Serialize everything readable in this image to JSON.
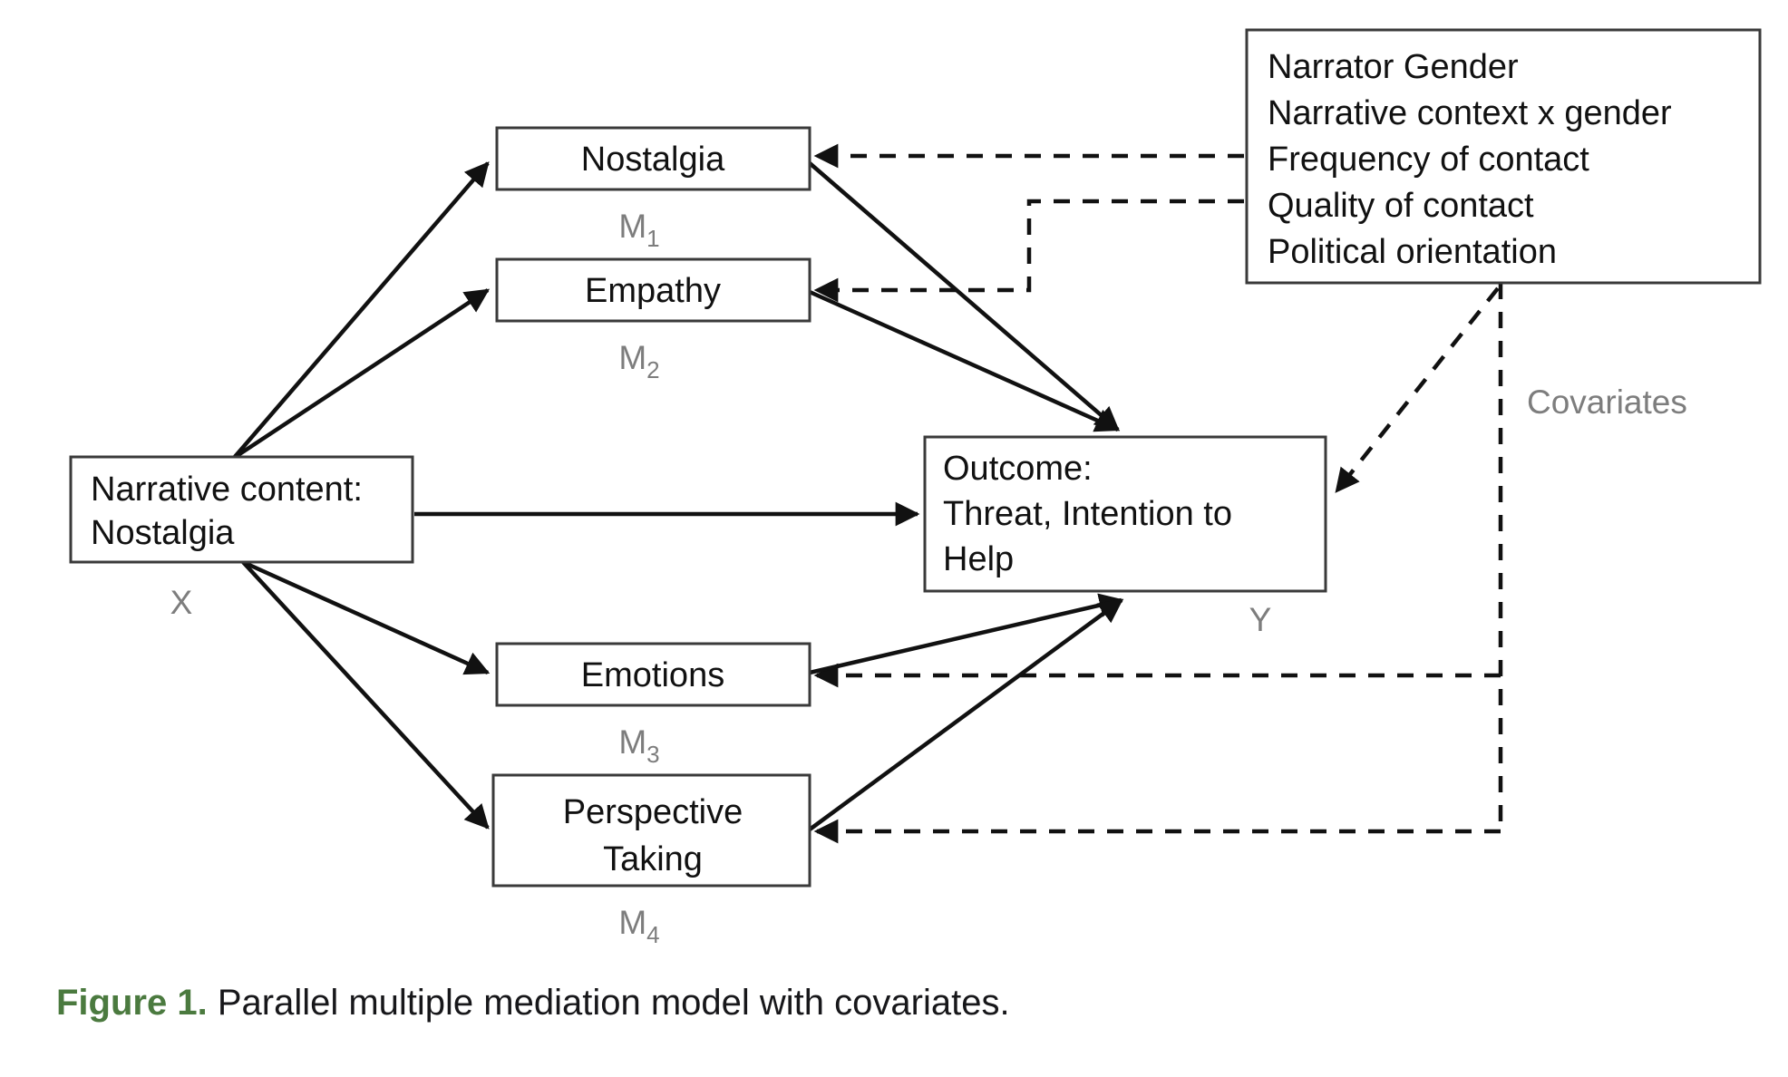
{
  "figure": {
    "caption_label": "Figure 1.",
    "caption_text": "Parallel multiple mediation model with covariates."
  },
  "colors": {
    "caption_accent": "#4b7a3f",
    "box_stroke": "#3a3a3a",
    "edge": "#111111",
    "role_label": "#7d7d7d",
    "background": "#ffffff"
  },
  "nodes": {
    "predictor": {
      "line1": "Narrative content:",
      "line2": "Nostalgia",
      "role": "X"
    },
    "mediator1": {
      "label": "Nostalgia",
      "role": "M",
      "role_sub": "1"
    },
    "mediator2": {
      "label": "Empathy",
      "role": "M",
      "role_sub": "2"
    },
    "mediator3": {
      "label": "Emotions",
      "role": "M",
      "role_sub": "3"
    },
    "mediator4": {
      "line1": "Perspective",
      "line2": "Taking",
      "role": "M",
      "role_sub": "4"
    },
    "outcome": {
      "line1": "Outcome:",
      "line2": "Threat, Intention to",
      "line3": "Help",
      "role": "Y"
    }
  },
  "covariates": {
    "label": "Covariates",
    "items": [
      "Narrator Gender",
      "Narrative context x gender",
      "Frequency of contact",
      "Quality of contact",
      "Political orientation"
    ]
  },
  "edges": {
    "solid": [
      {
        "from": "predictor",
        "to": "mediator1",
        "style": "solid-arrow"
      },
      {
        "from": "predictor",
        "to": "mediator2",
        "style": "solid-arrow"
      },
      {
        "from": "predictor",
        "to": "mediator3",
        "style": "solid-arrow"
      },
      {
        "from": "predictor",
        "to": "mediator4",
        "style": "solid-arrow"
      },
      {
        "from": "predictor",
        "to": "outcome",
        "style": "solid-arrow"
      },
      {
        "from": "mediator1",
        "to": "outcome",
        "style": "solid-arrow"
      },
      {
        "from": "mediator2",
        "to": "outcome",
        "style": "solid-arrow"
      },
      {
        "from": "mediator3",
        "to": "outcome",
        "style": "solid-arrow"
      },
      {
        "from": "mediator4",
        "to": "outcome",
        "style": "solid-arrow"
      }
    ],
    "dashed": [
      {
        "from": "covariates",
        "to": "mediator1",
        "style": "dashed-arrow"
      },
      {
        "from": "covariates",
        "to": "mediator2",
        "style": "dashed-arrow"
      },
      {
        "from": "covariates",
        "to": "mediator3",
        "style": "dashed-arrow"
      },
      {
        "from": "covariates",
        "to": "mediator4",
        "style": "dashed-arrow"
      },
      {
        "from": "covariates",
        "to": "outcome",
        "style": "dashed-arrow"
      }
    ]
  }
}
